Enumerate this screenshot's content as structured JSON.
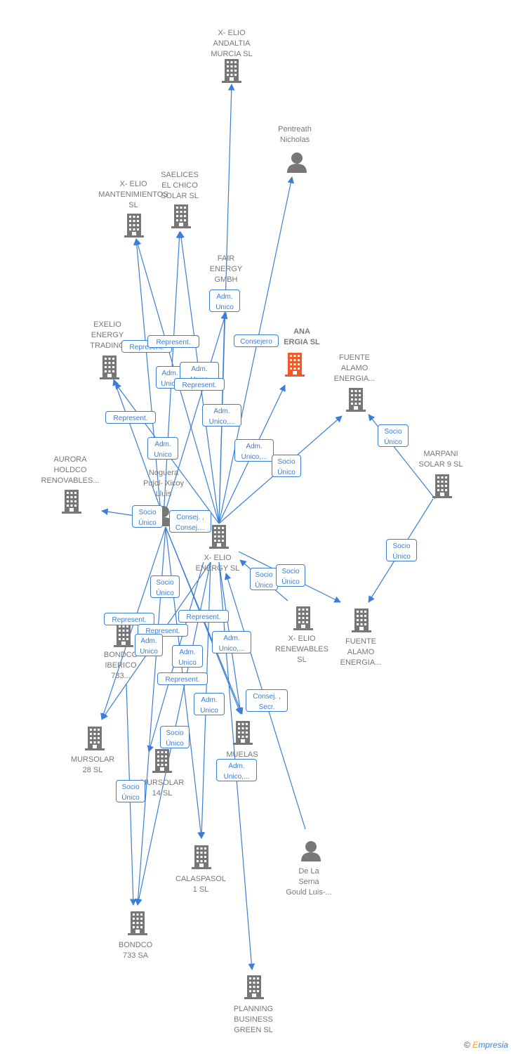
{
  "colors": {
    "edge": "#3a7fd5",
    "node": "#777777",
    "focus": "#f05a28"
  },
  "nodes": [
    {
      "id": "andaltia",
      "label": "X- ELIO\nANDALTIA\nMURCIA  SL",
      "type": "company"
    },
    {
      "id": "pentreath",
      "label": "Pentreath\nNicholas",
      "type": "person"
    },
    {
      "id": "mantenimientos",
      "label": "X- ELIO\nMANTENIMIENTOS\nSL",
      "type": "company"
    },
    {
      "id": "saelices",
      "label": "SAELICES\nEL CHICO\nSOLAR SL",
      "type": "company"
    },
    {
      "id": "fair",
      "label": "FAIR\nENERGY\nGMBH",
      "type": "company"
    },
    {
      "id": "ana",
      "label": "ANA\nERGIA  SL",
      "type": "focus"
    },
    {
      "id": "fuente1",
      "label": "FUENTE\nALAMO\nENERGIA...",
      "type": "company"
    },
    {
      "id": "exelio",
      "label": "EXELIO\nENERGY\nTRADING",
      "type": "company"
    },
    {
      "id": "marpani",
      "label": "MARPANI\nSOLAR 9  SL",
      "type": "company"
    },
    {
      "id": "aurora",
      "label": "AURORA\nHOLDCO\nRENOVABLES...",
      "type": "company"
    },
    {
      "id": "noguera",
      "label": "Noguera\nPujol- Xicoy\nLluis",
      "type": "person"
    },
    {
      "id": "xelio",
      "label": "X- ELIO\nENERGY  SL",
      "type": "company"
    },
    {
      "id": "renewables",
      "label": "X- ELIO\nRENEWABLES\nSL",
      "type": "company"
    },
    {
      "id": "fuente2",
      "label": "FUENTE\nALAMO\nENERGIA...",
      "type": "company"
    },
    {
      "id": "bondco_iberico",
      "label": "BONDCO\nIBERICO\n733...",
      "type": "company"
    },
    {
      "id": "mursolar28",
      "label": "MURSOLAR\n28 SL",
      "type": "company"
    },
    {
      "id": "mursolar14",
      "label": "MURSOLAR\n14 SL",
      "type": "company"
    },
    {
      "id": "muelas",
      "label": "MUELAS\n     N\n     L",
      "type": "company"
    },
    {
      "id": "calaspasol",
      "label": "CALASPASOL\n1  SL",
      "type": "company"
    },
    {
      "id": "delaserna",
      "label": "De La\nSerna\nGould Luis-...",
      "type": "person"
    },
    {
      "id": "bondco733",
      "label": "BONDCO\n733 SA",
      "type": "company"
    },
    {
      "id": "planning",
      "label": "PLANNING\nBUSINESS\nGREEN  SL",
      "type": "company"
    }
  ],
  "edge_labels": [
    {
      "id": "e1",
      "text": "Adm.\nUnico"
    },
    {
      "id": "e2",
      "text": "Consejero"
    },
    {
      "id": "e3",
      "text": "Represent."
    },
    {
      "id": "e4",
      "text": "Represent."
    },
    {
      "id": "e5",
      "text": "Adm.\nUnico"
    },
    {
      "id": "e6",
      "text": "Adm.\nUnico"
    },
    {
      "id": "e7",
      "text": "Represent."
    },
    {
      "id": "e8",
      "text": "Represent."
    },
    {
      "id": "e9",
      "text": "Adm.\nUnico,..."
    },
    {
      "id": "e10",
      "text": "Adm.\nUnico"
    },
    {
      "id": "e11",
      "text": "Adm.\nUnico,..."
    },
    {
      "id": "e12",
      "text": "Socio\nÚnico"
    },
    {
      "id": "e13",
      "text": "Socio\nÚnico"
    },
    {
      "id": "e14",
      "text": "Socio\nÚnico"
    },
    {
      "id": "e15",
      "text": "Consej. ,\nConsej...."
    },
    {
      "id": "e16",
      "text": "Socio\nÚnico"
    },
    {
      "id": "e17",
      "text": "Socio\nÚnico"
    },
    {
      "id": "e18",
      "text": "Socio\nÚnico"
    },
    {
      "id": "e19",
      "text": "Socio\nÚnico"
    },
    {
      "id": "e20",
      "text": "Represent."
    },
    {
      "id": "e21",
      "text": "Represent."
    },
    {
      "id": "e22",
      "text": "Represent."
    },
    {
      "id": "e23",
      "text": "Adm.\nUnico"
    },
    {
      "id": "e24",
      "text": "Adm.\nUnico,..."
    },
    {
      "id": "e25",
      "text": "Adm.\nUnico"
    },
    {
      "id": "e26",
      "text": "Represent."
    },
    {
      "id": "e27",
      "text": "Adm.\nUnico"
    },
    {
      "id": "e28",
      "text": "Consej. ,\nSecr."
    },
    {
      "id": "e29",
      "text": "Socio\nÚnico"
    },
    {
      "id": "e30",
      "text": "Adm.\nUnico,..."
    },
    {
      "id": "e31",
      "text": "Socio\nÚnico"
    },
    {
      "id": "e32",
      "text": "Represent."
    }
  ],
  "copyright": {
    "symbol": "©",
    "brand_initial": "E",
    "brand_rest": "mpresia"
  }
}
